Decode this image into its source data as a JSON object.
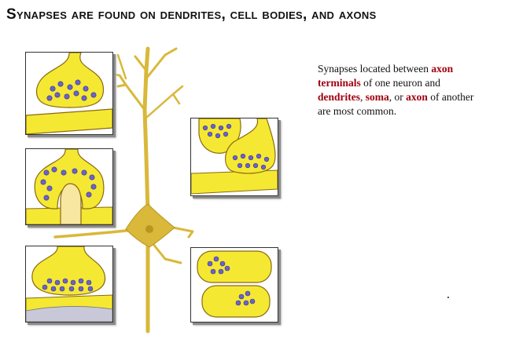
{
  "title": "Synapses are found on dendrites, cell bodies, and axons",
  "description": {
    "seg1": "Synapses located between ",
    "seg2": "axon terminals",
    "seg3": " of one neuron and ",
    "seg4": "dendrites",
    "seg5": ", ",
    "seg6": "soma",
    "seg7": ", or ",
    "seg8": "axon",
    "seg9": " of another are most common."
  },
  "colors": {
    "terminal_fill": "#f5e833",
    "vesicle": "#6a63c8",
    "membrane_outline": "#8a6a10",
    "neuron": "#d9b83a",
    "highlight_text": "#a00010"
  }
}
